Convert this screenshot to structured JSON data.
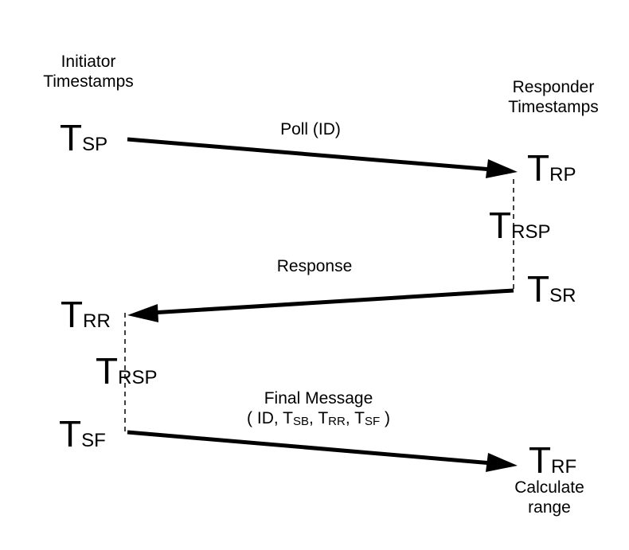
{
  "headers": {
    "initiator": [
      "Initiator",
      "Timestamps"
    ],
    "responder": [
      "Responder",
      "Timestamps"
    ]
  },
  "timestamps": {
    "t_sp": {
      "letter": "T",
      "sub": "SP"
    },
    "t_rp": {
      "letter": "T",
      "sub": "RP"
    },
    "t_rsp_responder": {
      "letter": "T",
      "sub": "RSP"
    },
    "t_sr": {
      "letter": "T",
      "sub": "SR"
    },
    "t_rr": {
      "letter": "T",
      "sub": "RR"
    },
    "t_rsp_initiator": {
      "letter": "T",
      "sub": "RSP"
    },
    "t_sf": {
      "letter": "T",
      "sub": "SF"
    },
    "t_rf": {
      "letter": "T",
      "sub": "RF"
    }
  },
  "messages": {
    "poll": "Poll (ID)",
    "response": "Response",
    "final": {
      "line1": "Final Message",
      "open": "( ID, ",
      "t1": "T",
      "s1": "SB",
      "sep1": ", ",
      "t2": "T",
      "s2": "RR",
      "sep2": ", ",
      "t3": "T",
      "s3": "SF",
      "close": " )"
    }
  },
  "footer": [
    "Calculate",
    "range"
  ]
}
